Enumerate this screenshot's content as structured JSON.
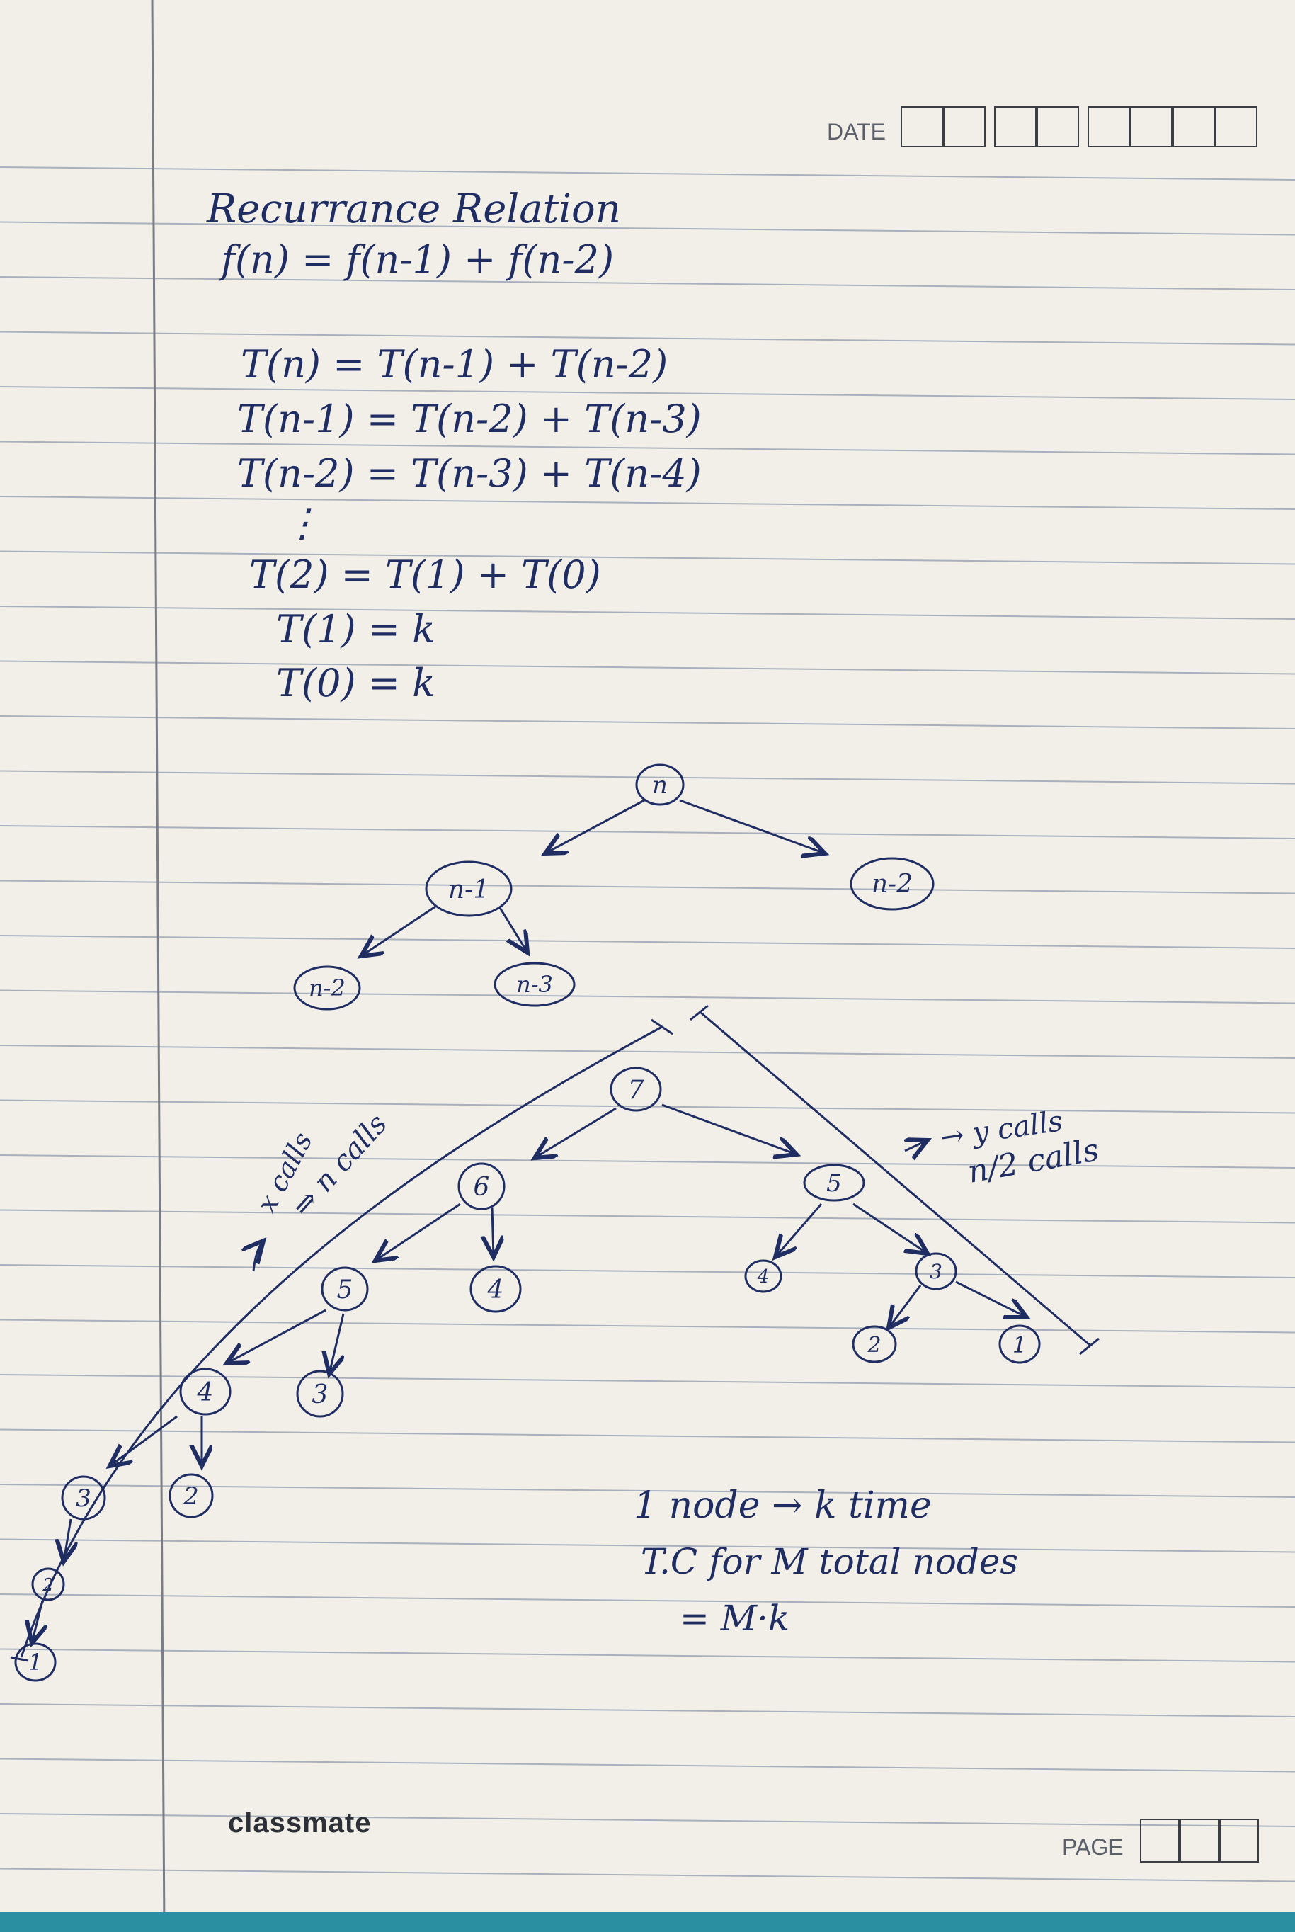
{
  "header": {
    "date_label": "DATE"
  },
  "footer": {
    "brand": "classmate",
    "page_label": "PAGE"
  },
  "notes": {
    "title": "Recurrance Relation",
    "fib": "f(n) = f(n-1) + f(n-2)",
    "t_lines": [
      "T(n) = T(n-1) + T(n-2)",
      "T(n-1) = T(n-2) + T(n-3)",
      "T(n-2) = T(n-3) + T(n-4)",
      "⋮",
      "T(2) = T(1) + T(0)",
      "T(1) = k",
      "T(0) = k"
    ]
  },
  "tree1": {
    "root": "n",
    "left": "n-1",
    "right": "n-2",
    "ll": "n-2",
    "lr": "n-3"
  },
  "tree2": {
    "n7": "7",
    "n6": "6",
    "n5a": "5",
    "n4a": "4",
    "n5b": "5",
    "n3a": "3",
    "n4b": "4",
    "n3b": "3",
    "n2a": "2",
    "n1a": "1",
    "n2b": "2",
    "n4c": "4",
    "n3c": "3",
    "n2c": "2",
    "n1b": "1"
  },
  "annotations": {
    "left_a": "x calls",
    "left_b": "⇒ n calls",
    "right_a": "→ y calls",
    "right_b": "n/2 calls"
  },
  "summary": [
    "1 node → k time",
    "T.C for M total nodes",
    "= M·k"
  ],
  "colors": {
    "ink": "#1f2d63",
    "paper": "#f1efe8",
    "rule": "#a9b0bd",
    "margin": "#7b7d86"
  }
}
